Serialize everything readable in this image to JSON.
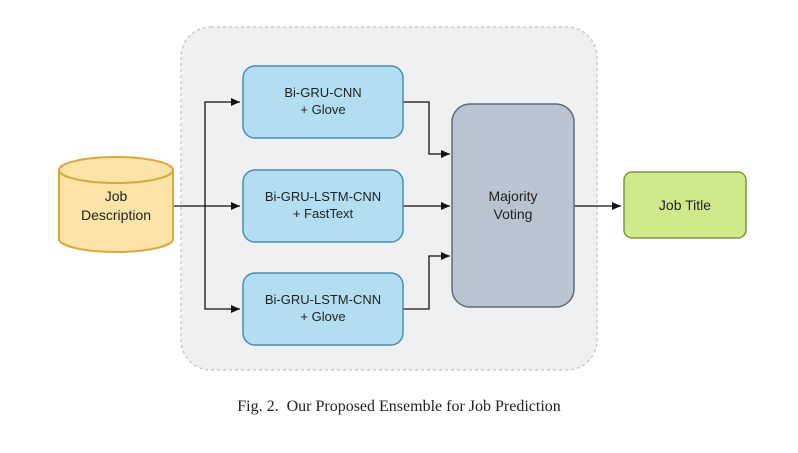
{
  "diagram": {
    "input": {
      "line1": "Job",
      "line2": "Description"
    },
    "models": [
      {
        "line1": "Bi-GRU-CNN",
        "line2": "+ Glove"
      },
      {
        "line1": "Bi-GRU-LSTM-CNN",
        "line2": "+ FastText"
      },
      {
        "line1": "Bi-GRU-LSTM-CNN",
        "line2": "+ Glove"
      }
    ],
    "voting": {
      "line1": "Majority",
      "line2": "Voting"
    },
    "output": {
      "label": "Job Title"
    }
  },
  "caption": "Fig. 2.  Our Proposed Ensemble for Job Prediction",
  "colors": {
    "model_fill": "#b3def2",
    "model_stroke": "#4a8fb5",
    "input_fill": "#fce3a7",
    "input_stroke": "#d9a73f",
    "voting_fill": "#bac4d0",
    "voting_stroke": "#5f6b79",
    "output_fill": "#cfea8c",
    "output_stroke": "#7a9a36",
    "ensemble_bg": "#eef0f2",
    "ensemble_stroke": "#c6cbd1",
    "arrow": "#111111"
  }
}
